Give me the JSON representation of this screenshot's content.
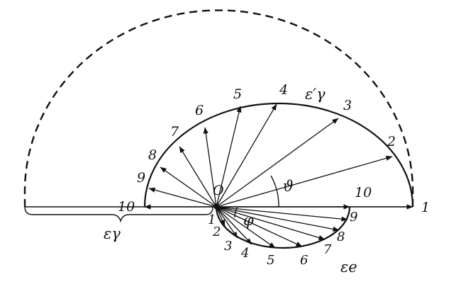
{
  "labels": {
    "origin": "O",
    "theta": "ϑ",
    "phi": "φ",
    "eps_gamma_prime": "ε′γ",
    "eps_gamma": "εγ",
    "eps_e": "εe"
  },
  "gamma_arrow_labels": [
    "1",
    "2",
    "3",
    "4",
    "5",
    "6",
    "7",
    "8",
    "9",
    "10"
  ],
  "electron_arrow_labels": [
    "1",
    "2",
    "3",
    "4",
    "5",
    "6",
    "7",
    "8",
    "9",
    "10"
  ]
}
